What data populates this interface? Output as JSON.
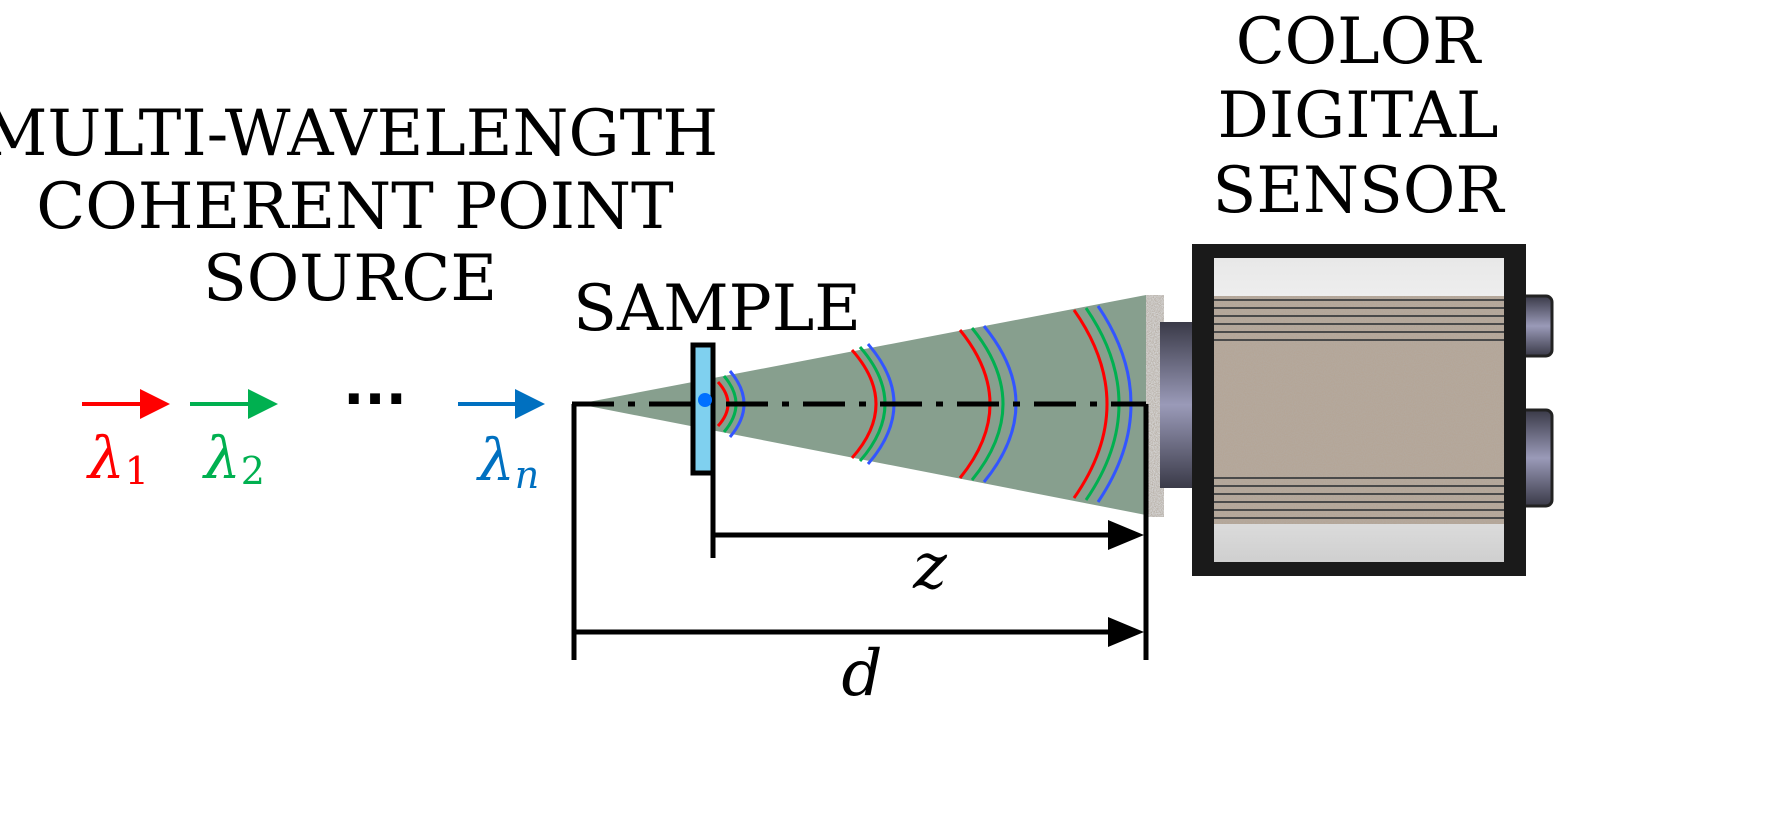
{
  "source_label": {
    "line1": "MULTI-WAVELENGTH",
    "line2": "COHERENT POINT",
    "line3": "SOURCE"
  },
  "sensor_label": {
    "line1": "COLOR",
    "line2": "DIGITAL",
    "line3": "SENSOR"
  },
  "sample_label": "SAMPLE",
  "wavelengths": [
    {
      "symbol": "λ",
      "sub": "1",
      "color": "#ff0000"
    },
    {
      "symbol": "λ",
      "sub": "2",
      "color": "#00b050"
    },
    {
      "symbol": "λ",
      "sub": "n",
      "color": "#0070c0"
    }
  ],
  "ellipsis": "···",
  "dimension_z": "z",
  "dimension_d": "d",
  "colors": {
    "cone_fill": "#879f8e",
    "sample_fill": "#7fd0ef",
    "wave_red": "#ff0000",
    "wave_green": "#00b050",
    "wave_blue": "#3355ff",
    "camera_body": "#1a1a1a"
  }
}
